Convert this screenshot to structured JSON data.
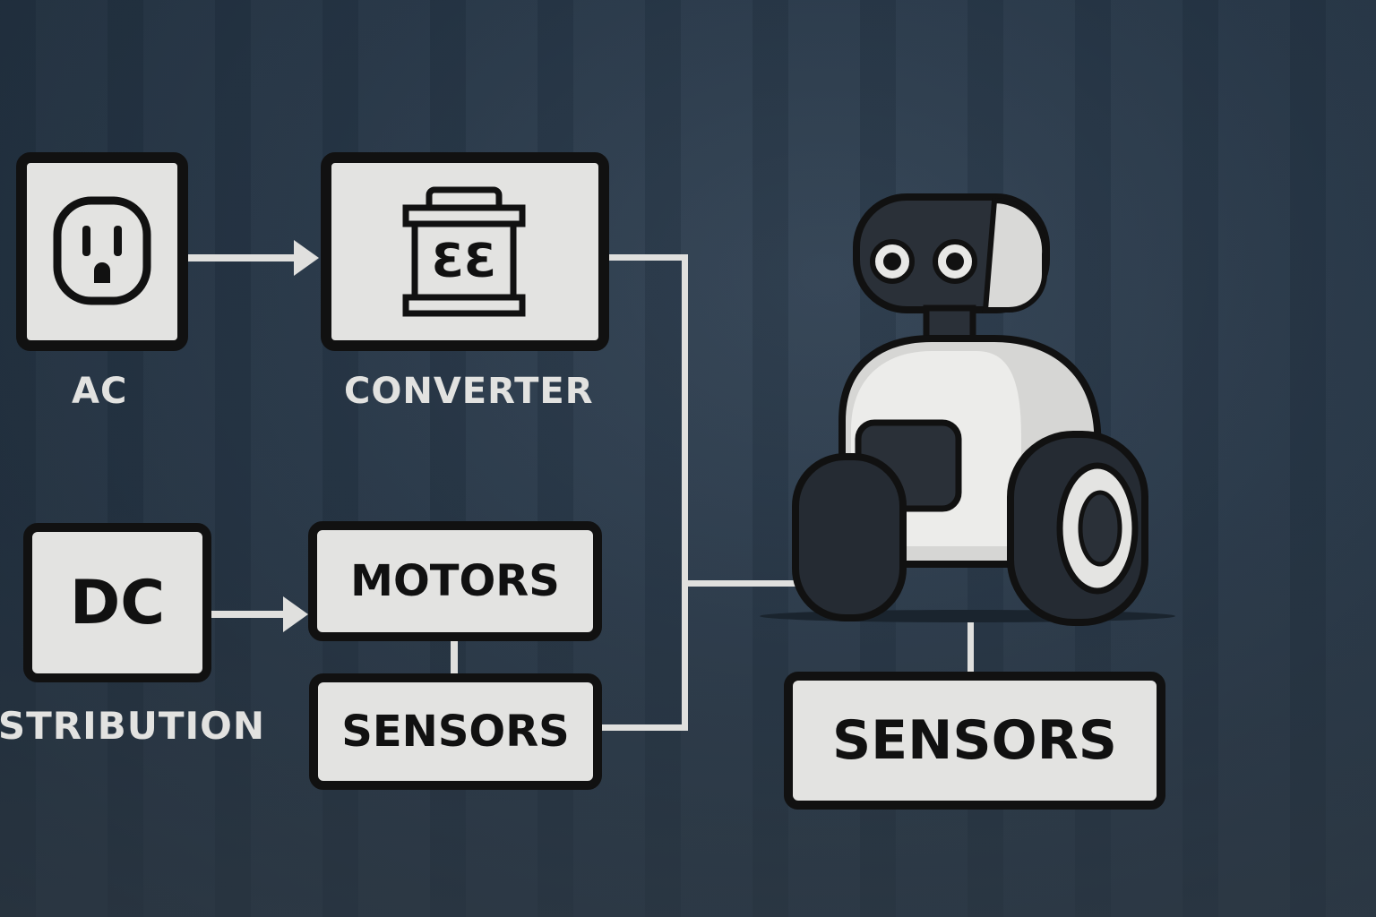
{
  "nodes": {
    "ac": {
      "label": "AC",
      "icon": "power-outlet-icon"
    },
    "converter": {
      "label": "CONVERTER",
      "icon": "transformer-icon"
    },
    "dc": {
      "box_text": "DC",
      "label": "DISTRIBUTION"
    },
    "motors": {
      "label": "MOTORS"
    },
    "sensors_left": {
      "label": "SENSORS"
    },
    "robot": {
      "icon": "robot-icon"
    },
    "sensors_right": {
      "label": "SENSORS"
    }
  },
  "colors": {
    "background": "#2b3a4a",
    "box_fill": "#e3e3e1",
    "stroke": "#111111",
    "connector": "#e0e0de"
  }
}
